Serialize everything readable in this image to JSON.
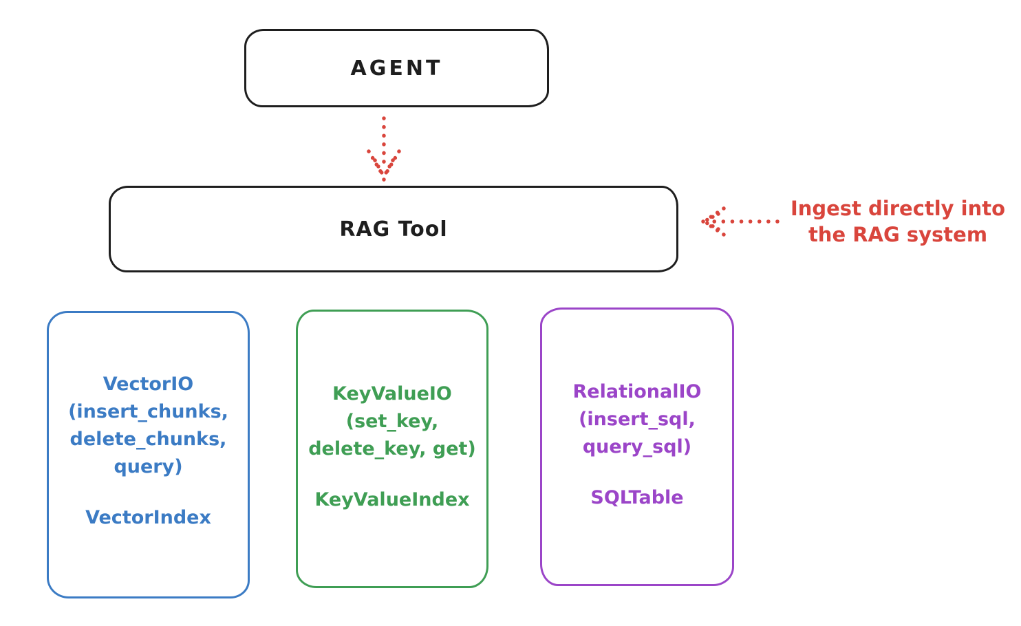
{
  "diagram": {
    "agent": {
      "label": "AGENT"
    },
    "rag_tool": {
      "label": "RAG Tool"
    },
    "annotation": {
      "lines": [
        "Ingest directly into",
        "the RAG system"
      ],
      "color": "#d9453c"
    },
    "arrows": [
      {
        "name": "agent-to-ragtool",
        "style": "dotted",
        "color": "#d9453c",
        "direction": "down"
      },
      {
        "name": "annotation-to-ragtool",
        "style": "dotted",
        "color": "#d9453c",
        "direction": "left"
      }
    ],
    "backends": [
      {
        "id": "vector-io",
        "color": "#3b7bc4",
        "lines": [
          "VectorIO",
          "(insert_chunks,",
          "delete_chunks,",
          "query)"
        ],
        "index_label": "VectorIndex"
      },
      {
        "id": "keyvalue-io",
        "color": "#3f9e54",
        "lines": [
          "KeyValueIO",
          "(set_key,",
          "delete_key, get)"
        ],
        "index_label": "KeyValueIndex"
      },
      {
        "id": "relational-io",
        "color": "#9b45c8",
        "lines": [
          "RelationalIO",
          "(insert_sql,",
          "query_sql)"
        ],
        "index_label": "SQLTable"
      }
    ],
    "colors": {
      "ink": "#1e1e1e",
      "red": "#d9453c",
      "blue": "#3b7bc4",
      "green": "#3f9e54",
      "purple": "#9b45c8"
    }
  }
}
